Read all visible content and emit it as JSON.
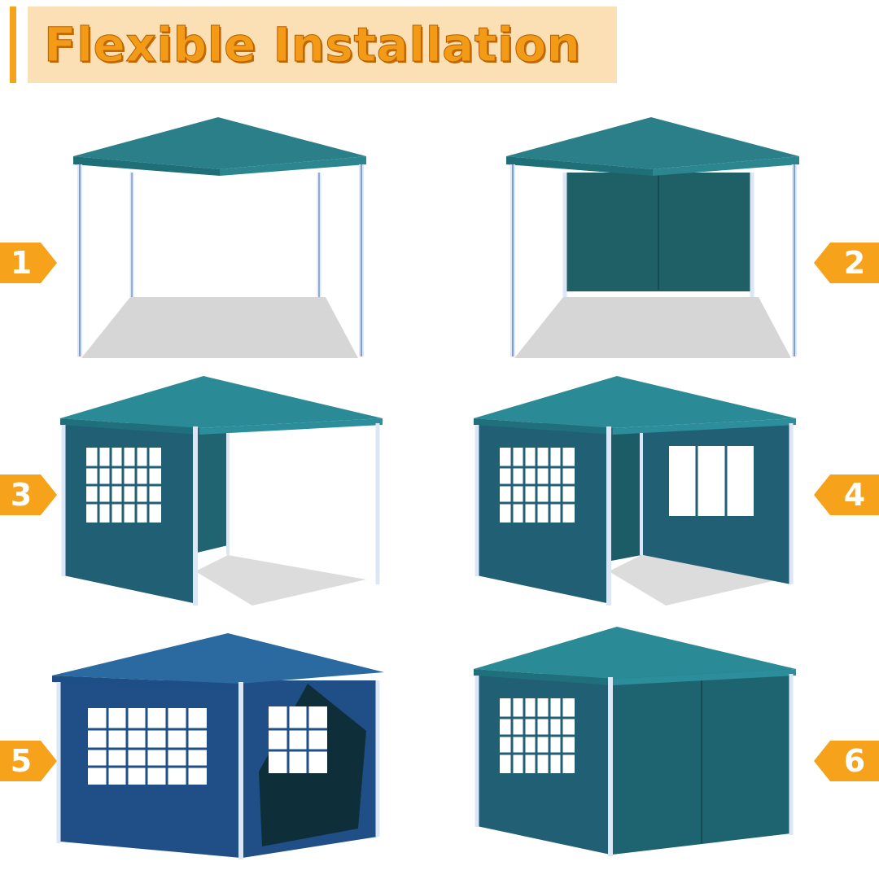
{
  "header": {
    "title": "Flexible Installation"
  },
  "steps": [
    {
      "number": "1"
    },
    {
      "number": "2"
    },
    {
      "number": "3"
    },
    {
      "number": "4"
    },
    {
      "number": "5"
    },
    {
      "number": "6"
    }
  ],
  "colors": {
    "accent": "#f6a21a",
    "title_bg": "#fbe0b6",
    "canopy": "#2a7f88",
    "wall": "#215f74",
    "pole": "#dbe6f7",
    "shadow": "#d6d6d6"
  }
}
